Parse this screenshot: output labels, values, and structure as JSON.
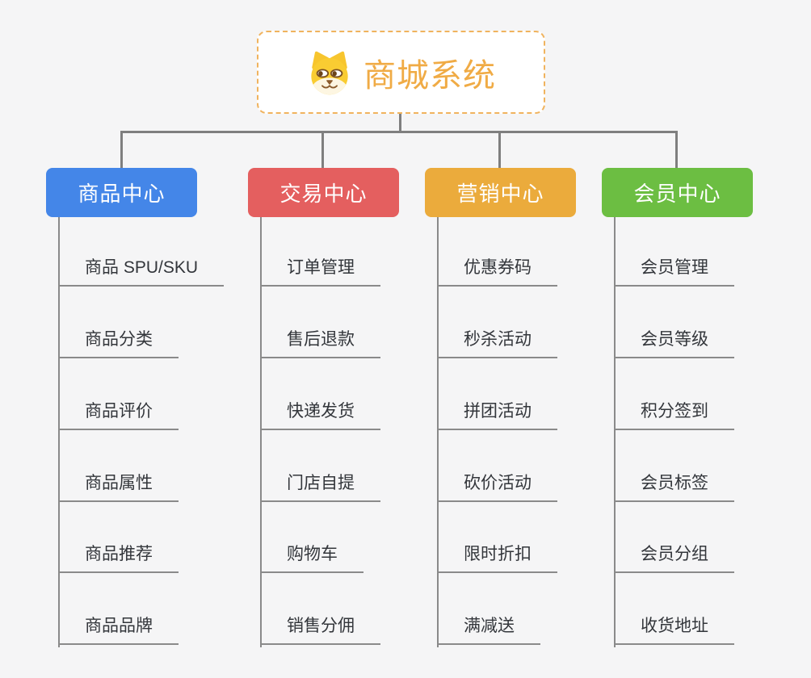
{
  "canvas": {
    "background": "#f5f5f6",
    "connector_color": "#7f7f7f",
    "child_line_color": "#8a8a8a",
    "child_text_color": "#33363b"
  },
  "root": {
    "label": "商城系统",
    "icon": "dog-face-icon",
    "text_color": "#f0ab45",
    "border_color": "#f0b35e",
    "background": "#ffffff"
  },
  "branches": [
    {
      "label": "商品中心",
      "color": "#4486e8",
      "children": [
        "商品 SPU/SKU",
        "商品分类",
        "商品评价",
        "商品属性",
        "商品推荐",
        "商品品牌"
      ]
    },
    {
      "label": "交易中心",
      "color": "#e45f5f",
      "children": [
        "订单管理",
        "售后退款",
        "快递发货",
        "门店自提",
        "购物车",
        "销售分佣"
      ]
    },
    {
      "label": "营销中心",
      "color": "#ebab3c",
      "children": [
        "优惠券码",
        "秒杀活动",
        "拼团活动",
        "砍价活动",
        "限时折扣",
        "满减送"
      ]
    },
    {
      "label": "会员中心",
      "color": "#6cbe42",
      "children": [
        "会员管理",
        "会员等级",
        "积分签到",
        "会员标签",
        "会员分组",
        "收货地址"
      ]
    }
  ]
}
